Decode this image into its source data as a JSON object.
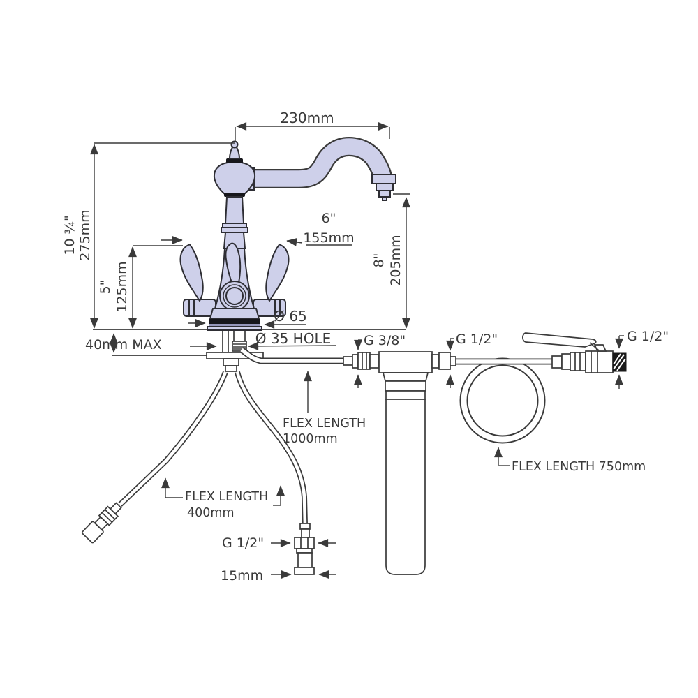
{
  "diagram": {
    "title": "faucet-and-filter-installation-dimension-drawing",
    "colors": {
      "background": "#ffffff",
      "line": "#3a3a3a",
      "text": "#3a3a3a",
      "faucet_fill": "#ced0ea",
      "faucet_outline": "#2e2e34",
      "dark_band": "#17171c",
      "thread_black": "#1a1a1a"
    },
    "labels": {
      "dim_reach": "230mm",
      "dim_height_in": "10 ¾\"",
      "dim_height_mm": "275mm",
      "dim_handle_in": "5\"",
      "dim_handle_mm": "125mm",
      "dim_width_in": "6\"",
      "dim_width_mm": "155mm",
      "dim_spout_in": "8\"",
      "dim_spout_mm": "205mm",
      "dia_base": "Ø 65",
      "dia_hole": "Ø 35 HOLE",
      "counter_thickness": "40mm MAX",
      "thread_filter_inlet": "G 3/8\"",
      "thread_filter_outlet": "G 1/2\"",
      "thread_valve": "G 1/2\"",
      "thread_supply": "G 1/2\"",
      "tail_diameter": "15mm",
      "flex_1000_line1": "FLEX LENGTH",
      "flex_1000_line2": "1000mm",
      "flex_400_line1": "FLEX LENGTH",
      "flex_400_line2": "400mm",
      "flex_750": "FLEX LENGTH 750mm"
    }
  }
}
